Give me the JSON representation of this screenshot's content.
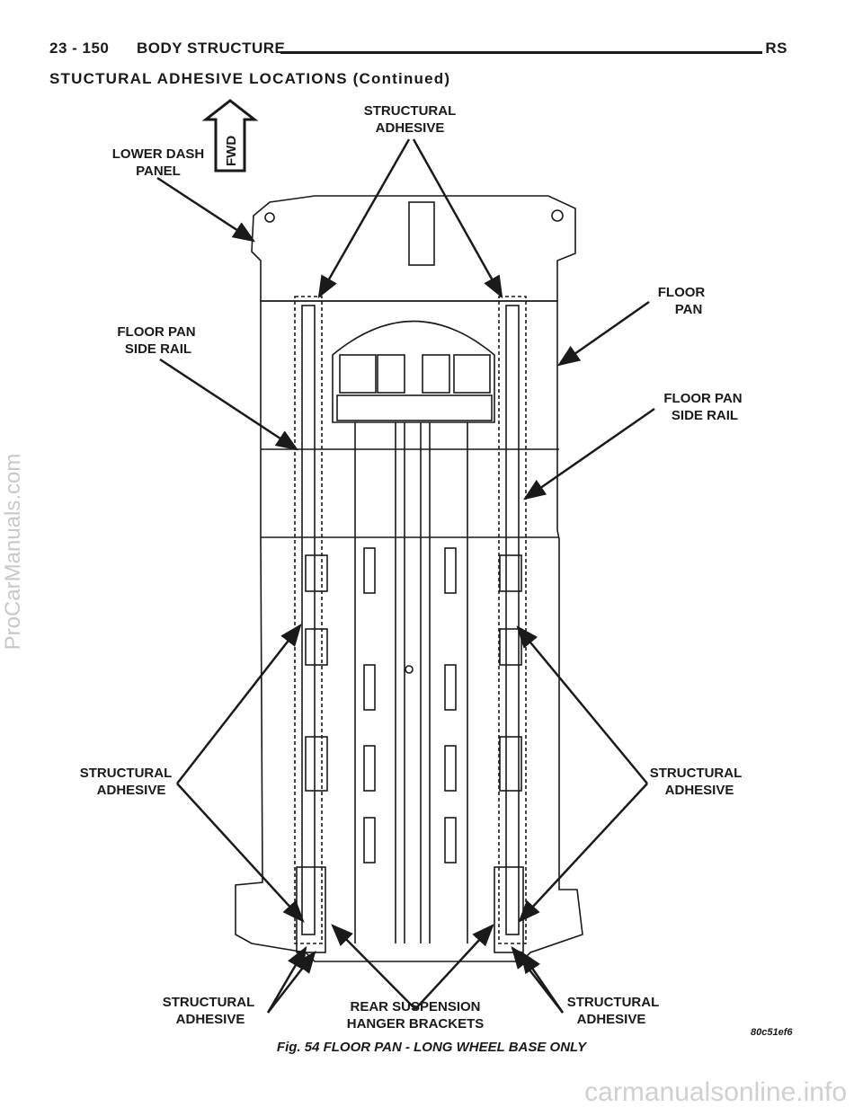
{
  "header": {
    "page_number": "23 - 150",
    "section_title": "BODY STRUCTURE",
    "model_code": "RS"
  },
  "subtitle": "STUCTURAL ADHESIVE LOCATIONS (Continued)",
  "figure": {
    "caption": "Fig. 54 FLOOR PAN - LONG WHEEL BASE ONLY",
    "code": "80c51ef6",
    "fwd_label": "FWD",
    "labels": {
      "structural_adhesive_top": [
        "STRUCTURAL",
        "ADHESIVE"
      ],
      "lower_dash_panel": [
        "LOWER DASH",
        "PANEL"
      ],
      "floor_pan": [
        "FLOOR",
        "PAN"
      ],
      "floor_pan_side_rail_left": [
        "FLOOR PAN",
        "SIDE RAIL"
      ],
      "floor_pan_side_rail_right": [
        "FLOOR PAN",
        "SIDE RAIL"
      ],
      "structural_adhesive_mid_left": [
        "STRUCTURAL",
        "ADHESIVE"
      ],
      "structural_adhesive_mid_right": [
        "STRUCTURAL",
        "ADHESIVE"
      ],
      "structural_adhesive_bottom_left": [
        "STRUCTURAL",
        "ADHESIVE"
      ],
      "rear_suspension_hanger_brackets": [
        "REAR SUSPENSION",
        "HANGER BRACKETS"
      ],
      "structural_adhesive_bottom_right": [
        "STRUCTURAL",
        "ADHESIVE"
      ]
    }
  },
  "watermarks": {
    "side": "ProCarManuals.com",
    "bottom": "carmanualsonline.info"
  }
}
